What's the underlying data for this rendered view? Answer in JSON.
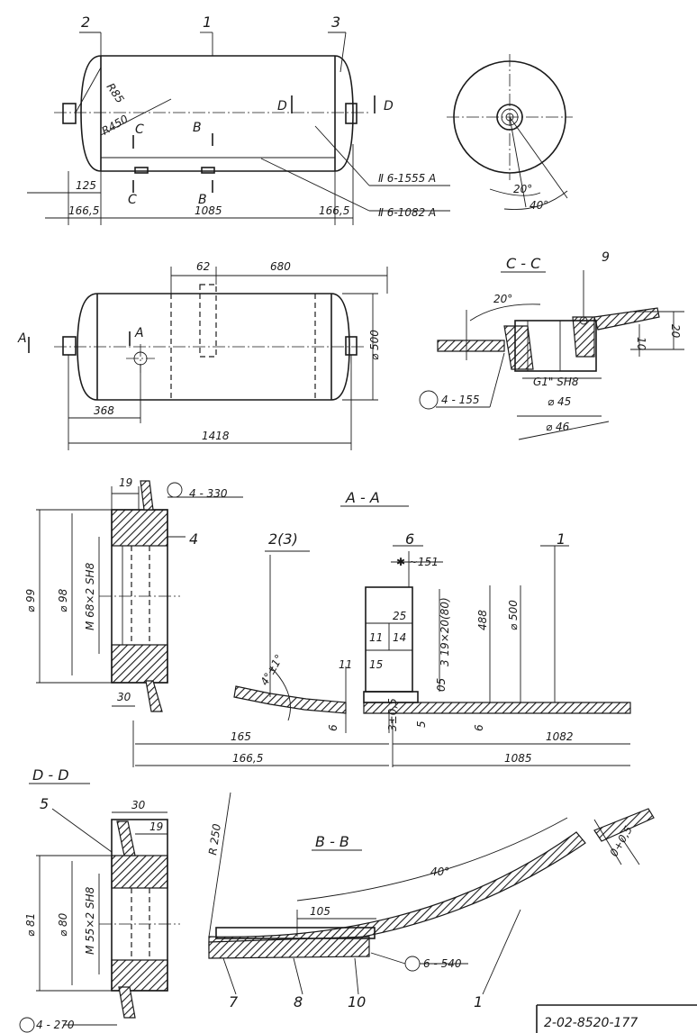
{
  "drawing": {
    "number": "2-02-8520-177",
    "main_view": {
      "position_labels": [
        "2",
        "1",
        "3"
      ],
      "radius_head": "R85",
      "radius_body": "R450",
      "section_marks": [
        "D",
        "D",
        "C",
        "C",
        "B",
        "B"
      ],
      "weld_callouts": [
        "Ⅱ 6-1555 A",
        "Ⅱ 6-1082 A"
      ],
      "dims": [
        "125",
        "166,5",
        "1085",
        "166,5"
      ]
    },
    "end_view": {
      "angles": [
        "20°",
        "40°"
      ]
    },
    "plan_view": {
      "dims": [
        "62",
        "680",
        "368",
        "1418",
        "⌀ 500"
      ],
      "section_marks": [
        "A",
        "A"
      ]
    },
    "section_cc": {
      "title": "C - C",
      "angle": "20°",
      "pos_label": "9",
      "dims": [
        "20",
        "10",
        "⌀ 45",
        "⌀ 46"
      ],
      "thread": "G1\" SH8",
      "weld_code": "4 - 155"
    },
    "detail_4": {
      "pos_label": "4",
      "weld_code": "4 - 330",
      "dims": [
        "19",
        "⌀ 99",
        "⌀ 98",
        "M 68×2 SH8",
        "30"
      ]
    },
    "section_aa": {
      "title": "A - A",
      "pos_labels": [
        "2(3)",
        "6",
        "1"
      ],
      "weld_note": "✱ ~151",
      "angle_note": "4°±1°",
      "dims": [
        "25",
        "11",
        "14",
        "15",
        "11",
        "3 19×20(80)",
        "488",
        "⌀ 500",
        "05",
        "6",
        "6",
        "3±0,5",
        "5",
        "165",
        "166,5",
        "1082",
        "1085"
      ]
    },
    "section_dd": {
      "title": "D - D",
      "pos_label": "5",
      "weld_code": "4 - 270",
      "dims": [
        "30",
        "19",
        "⌀ 81",
        "⌀ 80",
        "M 55×2 SH8"
      ]
    },
    "section_bb": {
      "title": "B - B",
      "radius": "R 250",
      "angle": "40°",
      "dims": [
        "105",
        "0+0,5"
      ],
      "weld_code": "6 - 540",
      "pos_labels": [
        "7",
        "8",
        "10",
        "1"
      ]
    }
  }
}
